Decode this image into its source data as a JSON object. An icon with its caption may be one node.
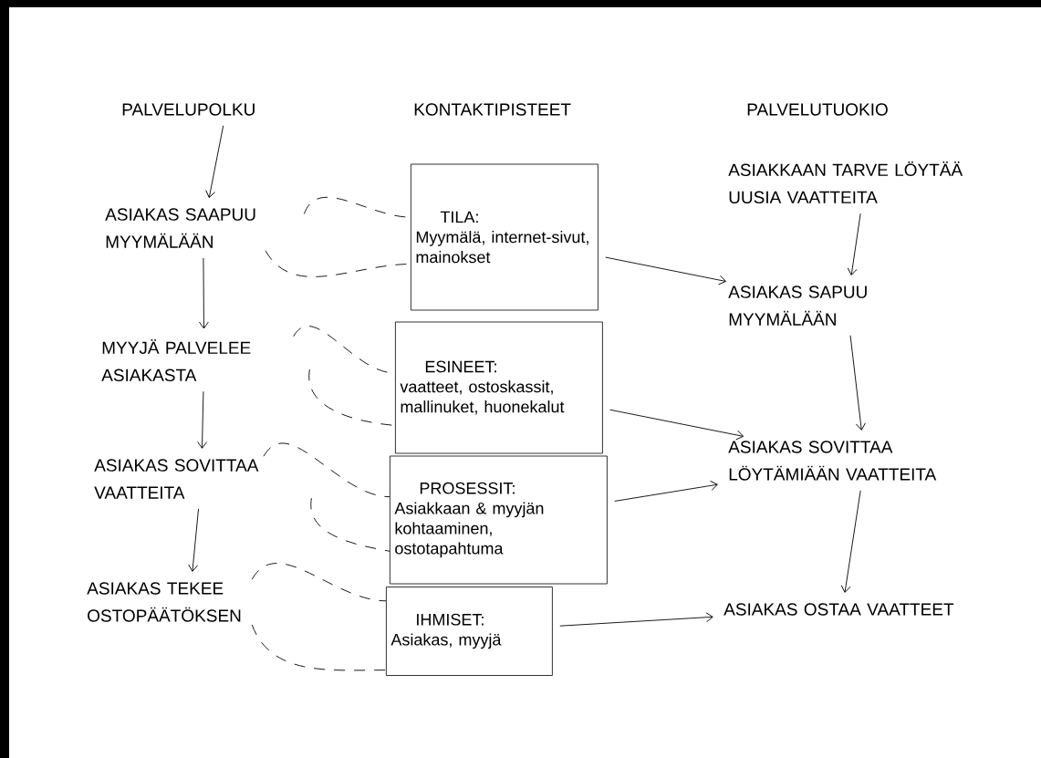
{
  "diagram": {
    "nodes": [
      {
        "text": [
          "PALVELUPOLKU"
        ]
      },
      {
        "text": [
          "KONTAKTIPISTEET"
        ]
      },
      {
        "text": [
          "PALVELUTUOKIO"
        ]
      },
      {
        "text": [
          "ASIAKAS SAAPUU MYYMÄLÄÄN"
        ]
      },
      {
        "text": [
          "MYYJÄ PALVELEE ASIAKASTA"
        ]
      },
      {
        "text": [
          "ASIAKAS SOVITTAA VAATTEITA"
        ]
      },
      {
        "text": [
          "ASIAKAS TEKEE OSTOPÄÄTÖKSEN"
        ]
      },
      {
        "text": [
          "TILA:",
          "Myymälä, internet-sivut, mainokset"
        ]
      },
      {
        "text": [
          "ESINEET:",
          "vaatteet, ostoskassit, mallinuket, huonekalut"
        ]
      },
      {
        "text": [
          "PROSESSIT:",
          "Asiakkaan & myyjän kohtaaminen, ostotapahtuma"
        ]
      },
      {
        "text": [
          "IHMISET:",
          "Asiakas, myyjä"
        ]
      },
      {
        "text": [
          "ASIAKKAAN TARVE LÖYTÄÄ UUSIA VAATTEITA"
        ]
      },
      {
        "text": [
          "ASIAKAS SAPUU MYYMÄLÄÄN"
        ]
      },
      {
        "text": [
          "ASIAKAS SOVITTAA LÖYTÄMIÄÄN VAATTEITA"
        ]
      },
      {
        "text": [
          "ASIAKAS OSTAA VAATTEET"
        ]
      }
    ],
    "edges": [
      {
        "from": 0,
        "to": 3,
        "arrow": "to"
      },
      {
        "from": 3,
        "to": 4,
        "arrow": "to"
      },
      {
        "from": 4,
        "to": 5,
        "arrow": "to"
      },
      {
        "from": 5,
        "to": 6,
        "arrow": "to"
      },
      {
        "from": 11,
        "to": 12,
        "arrow": "to"
      },
      {
        "from": 12,
        "to": 13,
        "arrow": "to"
      },
      {
        "from": 13,
        "to": 14,
        "arrow": "to"
      },
      {
        "from": 7,
        "to": 12,
        "arrow": "to"
      },
      {
        "from": 8,
        "to": 13,
        "arrow": "to"
      },
      {
        "from": 9,
        "to": 13,
        "arrow": "to"
      },
      {
        "from": 10,
        "to": 14,
        "arrow": "to"
      },
      {
        "from": 3,
        "to": 7,
        "arrow": "none",
        "style": "dashed"
      },
      {
        "from": 3,
        "to": 7,
        "arrow": "none",
        "style": "dashed"
      },
      {
        "from": 4,
        "to": 8,
        "arrow": "none",
        "style": "dashed"
      },
      {
        "from": 4,
        "to": 8,
        "arrow": "none",
        "style": "dashed"
      },
      {
        "from": 5,
        "to": 9,
        "arrow": "none",
        "style": "dashed"
      },
      {
        "from": 5,
        "to": 9,
        "arrow": "none",
        "style": "dashed"
      },
      {
        "from": 6,
        "to": 10,
        "arrow": "none",
        "style": "dashed"
      },
      {
        "from": 6,
        "to": 10,
        "arrow": "none",
        "style": "dashed"
      }
    ]
  }
}
